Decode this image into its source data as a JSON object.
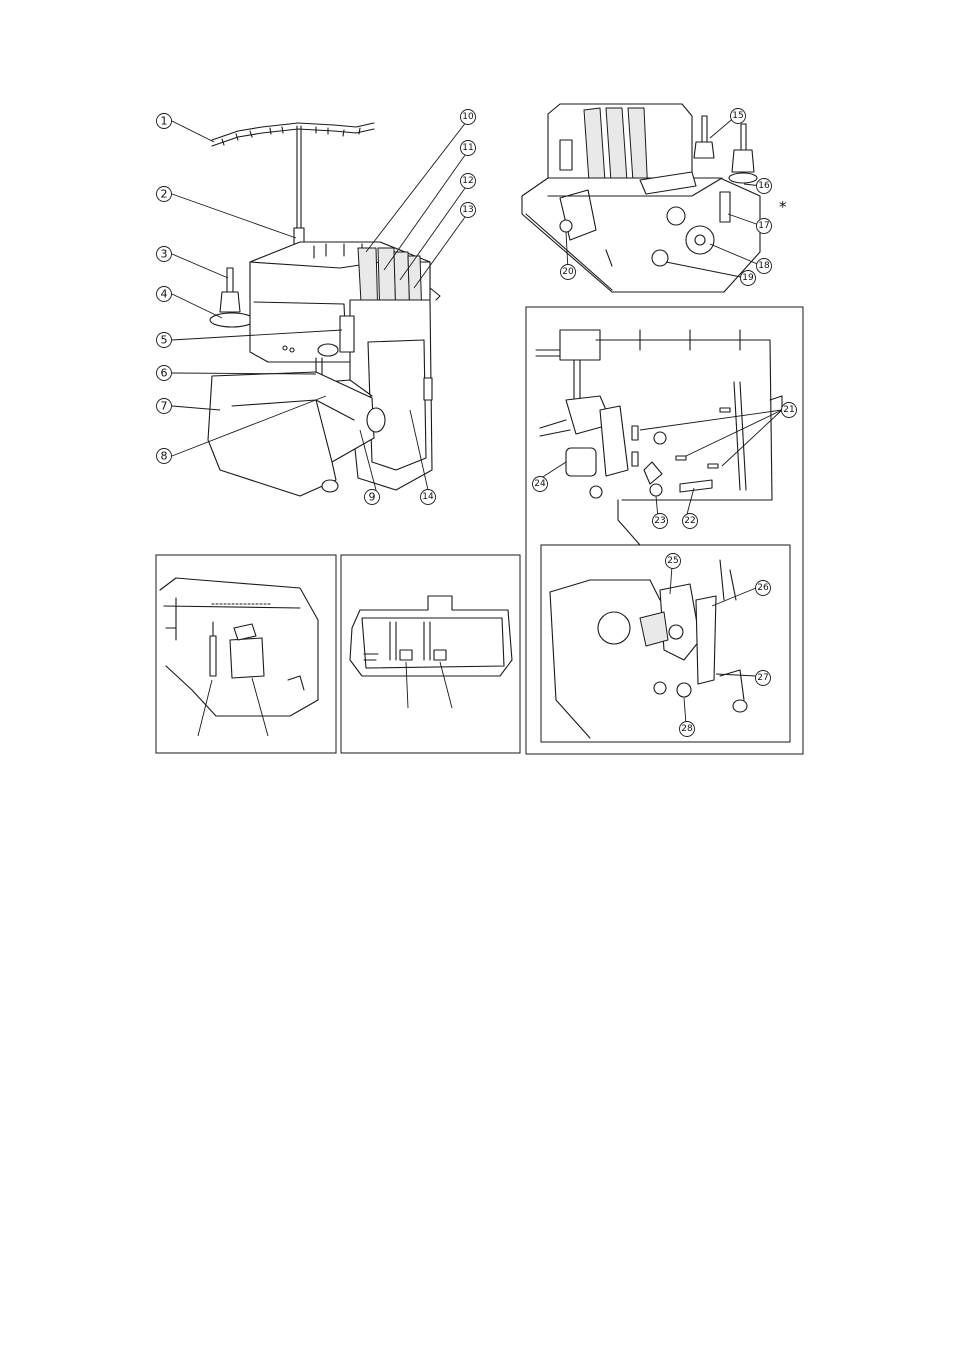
{
  "page": {
    "title": "Names of parts",
    "extra_mark": "*"
  },
  "callouts": {
    "c1": "1",
    "c2": "2",
    "c3": "3",
    "c4": "4",
    "c5": "5",
    "c6": "6",
    "c7": "7",
    "c8": "8",
    "c9": "9",
    "c10": "10",
    "c11": "11",
    "c12": "12",
    "c13": "13",
    "c14": "14",
    "c15": "15",
    "c16": "16",
    "c17": "17",
    "c18": "18",
    "c19": "19",
    "c20": "20",
    "c21": "21",
    "c22": "22",
    "c23": "23",
    "c24": "24",
    "c25": "25",
    "c26": "26",
    "c27": "27",
    "c28": "28"
  }
}
